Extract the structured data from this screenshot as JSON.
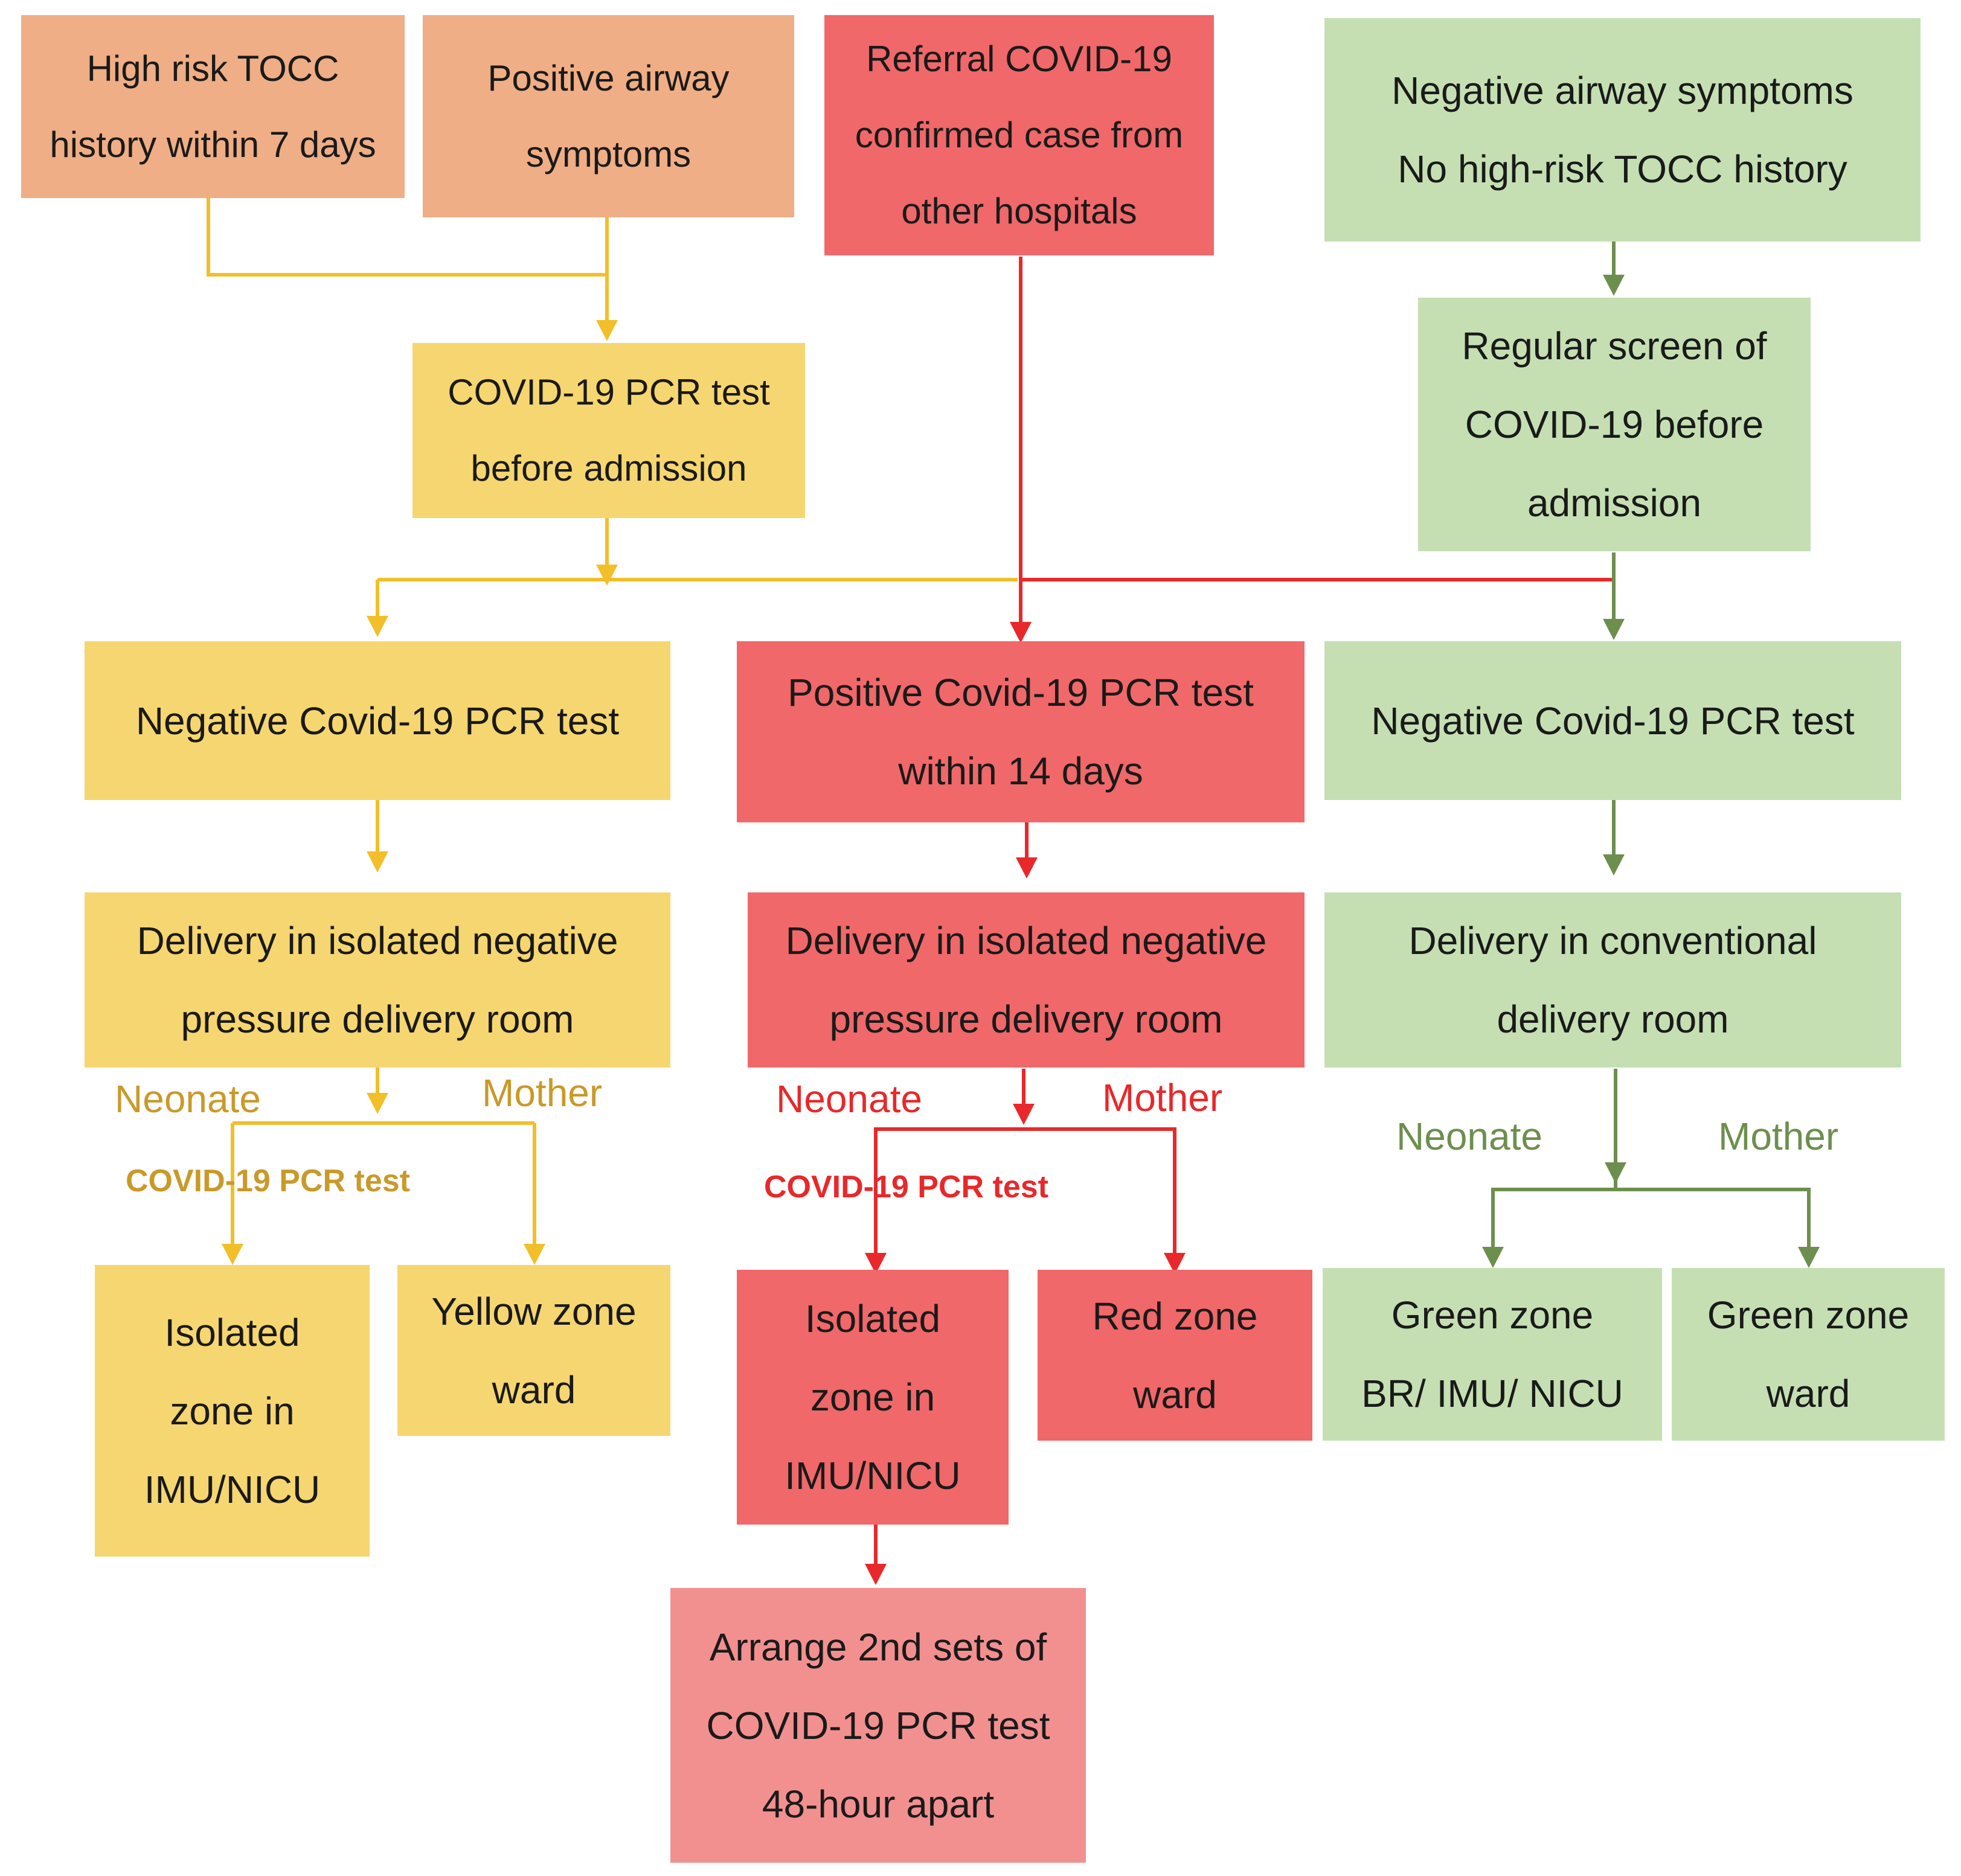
{
  "boxes": {
    "high_risk_tocc": [
      "High risk TOCC",
      "history within 7 days"
    ],
    "positive_airway": [
      "Positive airway",
      "symptoms"
    ],
    "referral_confirmed": [
      "Referral COVID-19",
      "confirmed case from",
      "other hospitals"
    ],
    "negative_airway": [
      "Negative airway symptoms",
      "No high-risk TOCC history"
    ],
    "pcr_before_admission": [
      "COVID-19 PCR test",
      "before admission"
    ],
    "regular_screen": [
      "Regular screen of",
      "COVID-19 before",
      "admission"
    ],
    "negative_pcr_yellow": [
      "Negative Covid-19 PCR test"
    ],
    "positive_pcr_red": [
      "Positive Covid-19 PCR test",
      "within 14 days"
    ],
    "negative_pcr_green": [
      "Negative Covid-19 PCR test"
    ],
    "delivery_yellow": [
      "Delivery in isolated negative",
      "pressure delivery room"
    ],
    "delivery_red": [
      "Delivery in isolated negative",
      "pressure delivery room"
    ],
    "delivery_green": [
      "Delivery in conventional",
      "delivery room"
    ],
    "isolated_zone_yellow": [
      "Isolated",
      "zone in",
      "IMU/NICU"
    ],
    "yellow_zone_ward": [
      "Yellow zone",
      "ward"
    ],
    "isolated_zone_red": [
      "Isolated",
      "zone in",
      "IMU/NICU"
    ],
    "red_zone_ward": [
      "Red zone",
      "ward"
    ],
    "green_zone_br": [
      "Green zone",
      "BR/ IMU/ NICU"
    ],
    "green_zone_ward": [
      "Green zone",
      "ward"
    ],
    "second_pcr": [
      "Arrange 2nd sets of",
      "COVID-19 PCR test",
      "48-hour apart"
    ]
  },
  "labels": {
    "yellow": {
      "neonate": "Neonate",
      "mother": "Mother",
      "pcr": "COVID-19 PCR test"
    },
    "red": {
      "neonate": "Neonate",
      "mother": "Mother",
      "pcr": "COVID-19 PCR test"
    },
    "green": {
      "neonate": "Neonate",
      "mother": "Mother"
    }
  },
  "colors": {
    "orange_box": "#efae85",
    "yellow_box": "#f6d670",
    "red_box": "#f06869",
    "pink_box": "#f29090",
    "green_box": "#c5dfb3",
    "yellow_line": "#f2bf2a",
    "red_line": "#e8282a",
    "green_line": "#6d8f4e"
  }
}
